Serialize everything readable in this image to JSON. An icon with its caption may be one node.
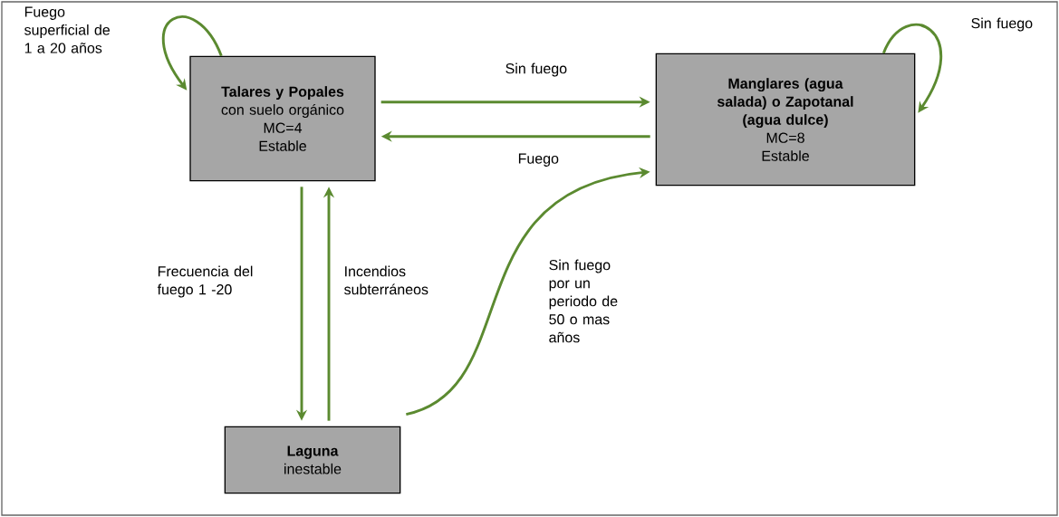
{
  "diagram": {
    "nodes": [
      {
        "text": [
          "Talares y Popales",
          "con suelo orgánico",
          "MC=4",
          "Estable"
        ]
      },
      {
        "text": [
          "Manglares (agua salada) o Zapotanal (agua dulce)",
          "MC=8",
          "Estable"
        ]
      },
      {
        "text": [
          "Laguna",
          "inestable"
        ]
      }
    ],
    "edges": [
      {
        "from": 0,
        "to": 0,
        "arrow": "to",
        "label": "Fuego superficial de 1 a 20 años"
      },
      {
        "from": 0,
        "to": 1,
        "arrow": "to",
        "label": "Sin fuego"
      },
      {
        "from": 1,
        "to": 0,
        "arrow": "to",
        "label": "Fuego"
      },
      {
        "from": 1,
        "to": 1,
        "arrow": "to",
        "label": "Sin fuego"
      },
      {
        "from": 0,
        "to": 2,
        "arrow": "to",
        "label": "Frecuencia del fuego 1 -20"
      },
      {
        "from": 2,
        "to": 0,
        "arrow": "to",
        "label": "Incendios subterráneos"
      },
      {
        "from": 2,
        "to": 1,
        "arrow": "to",
        "label": "Sin fuego por un periodo de 50 o mas años"
      }
    ]
  }
}
